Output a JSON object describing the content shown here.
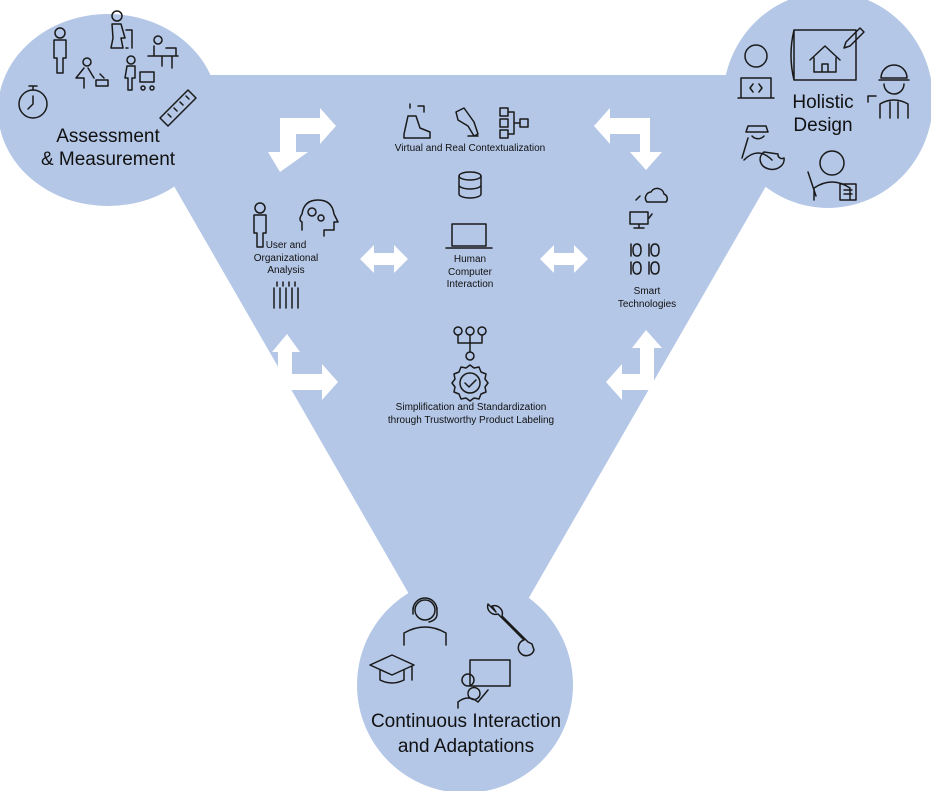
{
  "corners": {
    "assessment": "Assessment\n& Measurement",
    "holistic": "Holistic\nDesign",
    "continuous": "Continuous Interaction\nand Adaptations"
  },
  "inner": {
    "virtual_real": "Virtual and Real Contextualization",
    "user_org": "User and\nOrganizational\nAnalysis",
    "hci": "Human\nComputer\nInteraction",
    "smart": "Smart\nTechnologies",
    "simplification": "Simplification and Standardization\nthrough Trustworthy Product Labeling"
  },
  "colors": {
    "fill": "#b4c7e7",
    "arrow": "#ffffff",
    "icon": "#1a1a1a"
  },
  "icons": {
    "assessment": [
      "person-standing-icon",
      "elderly-walker-icon",
      "desk-worker-icon",
      "caregiver-child-icon",
      "person-stroller-icon",
      "stopwatch-icon",
      "ruler-icon"
    ],
    "holistic": [
      "programmer-icon",
      "house-blueprint-icon",
      "engineer-icon",
      "artist-icon",
      "teacher-icon"
    ],
    "continuous": [
      "support-headset-icon",
      "wrench-icon",
      "graduation-cap-icon",
      "presentation-icon"
    ],
    "inner": [
      "vr-user-icon",
      "robot-arm-icon",
      "hierarchy-icon",
      "database-icon",
      "person-icon",
      "head-gears-icon",
      "group-icon",
      "laptop-icon",
      "cloud-monitor-icon",
      "binary-icon",
      "network-icon",
      "certified-badge-icon"
    ]
  }
}
